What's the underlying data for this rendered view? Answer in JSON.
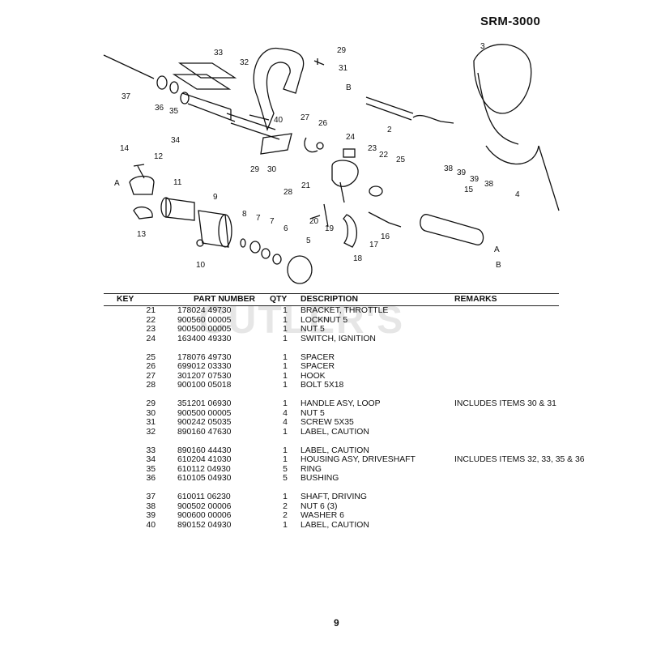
{
  "header": {
    "model": "SRM-3000"
  },
  "watermark": "CUTLER'S",
  "diagram": {
    "callouts": [
      "33",
      "32",
      "29",
      "31",
      "37",
      "36",
      "35",
      "B",
      "34",
      "40",
      "27",
      "26",
      "2",
      "3",
      "14",
      "12",
      "24",
      "23",
      "22",
      "25",
      "30",
      "28",
      "29",
      "21",
      "38",
      "39",
      "39",
      "38",
      "A",
      "11",
      "9",
      "8",
      "7",
      "7",
      "6",
      "20",
      "19",
      "15",
      "4",
      "13",
      "10",
      "5",
      "17",
      "16",
      "18",
      "A",
      "B"
    ]
  },
  "table": {
    "headers": {
      "key": "KEY",
      "part_number": "PART NUMBER",
      "qty": "QTY",
      "description": "DESCRIPTION",
      "remarks": "REMARKS"
    },
    "groups": [
      [
        {
          "key": "21",
          "part": "178024 49730",
          "qty": "1",
          "desc": "BRACKET, THROTTLE",
          "rem": ""
        },
        {
          "key": "22",
          "part": "900560 00005",
          "qty": "1",
          "desc": "LOCKNUT 5",
          "rem": ""
        },
        {
          "key": "23",
          "part": "900500 00005",
          "qty": "1",
          "desc": "NUT  5",
          "rem": ""
        },
        {
          "key": "24",
          "part": "163400 49330",
          "qty": "1",
          "desc": "SWITCH, IGNITION",
          "rem": ""
        }
      ],
      [
        {
          "key": "25",
          "part": "178076 49730",
          "qty": "1",
          "desc": "SPACER",
          "rem": ""
        },
        {
          "key": "26",
          "part": "699012 03330",
          "qty": "1",
          "desc": "SPACER",
          "rem": ""
        },
        {
          "key": "27",
          "part": "301207 07530",
          "qty": "1",
          "desc": "HOOK",
          "rem": ""
        },
        {
          "key": "28",
          "part": "900100 05018",
          "qty": "1",
          "desc": "BOLT  5X18",
          "rem": ""
        }
      ],
      [
        {
          "key": "29",
          "part": "351201 06930",
          "qty": "1",
          "desc": "HANDLE ASY, LOOP",
          "rem": "INCLUDES ITEMS 30 & 31"
        },
        {
          "key": "30",
          "part": "900500 00005",
          "qty": "4",
          "desc": "NUT  5",
          "rem": ""
        },
        {
          "key": "31",
          "part": "900242 05035",
          "qty": "4",
          "desc": "SCREW  5X35",
          "rem": ""
        },
        {
          "key": "32",
          "part": "890160 47630",
          "qty": "1",
          "desc": "LABEL, CAUTION",
          "rem": ""
        }
      ],
      [
        {
          "key": "33",
          "part": "890160 44430",
          "qty": "1",
          "desc": "LABEL, CAUTION",
          "rem": ""
        },
        {
          "key": "34",
          "part": "610204 41030",
          "qty": "1",
          "desc": "HOUSING ASY, DRIVESHAFT",
          "rem": "INCLUDES ITEMS 32, 33, 35 & 36"
        },
        {
          "key": "35",
          "part": "610112 04930",
          "qty": "5",
          "desc": "RING",
          "rem": ""
        },
        {
          "key": "36",
          "part": "610105 04930",
          "qty": "5",
          "desc": "BUSHING",
          "rem": ""
        }
      ],
      [
        {
          "key": "37",
          "part": "610011 06230",
          "qty": "1",
          "desc": "SHAFT, DRIVING",
          "rem": ""
        },
        {
          "key": "38",
          "part": "900502 00006",
          "qty": "2",
          "desc": "NUT 6  (3)",
          "rem": ""
        },
        {
          "key": "39",
          "part": "900600 00006",
          "qty": "2",
          "desc": "WASHER  6",
          "rem": ""
        },
        {
          "key": "40",
          "part": "890152 04930",
          "qty": "1",
          "desc": "LABEL, CAUTION",
          "rem": ""
        }
      ]
    ]
  },
  "footer": {
    "page_number": "9"
  }
}
